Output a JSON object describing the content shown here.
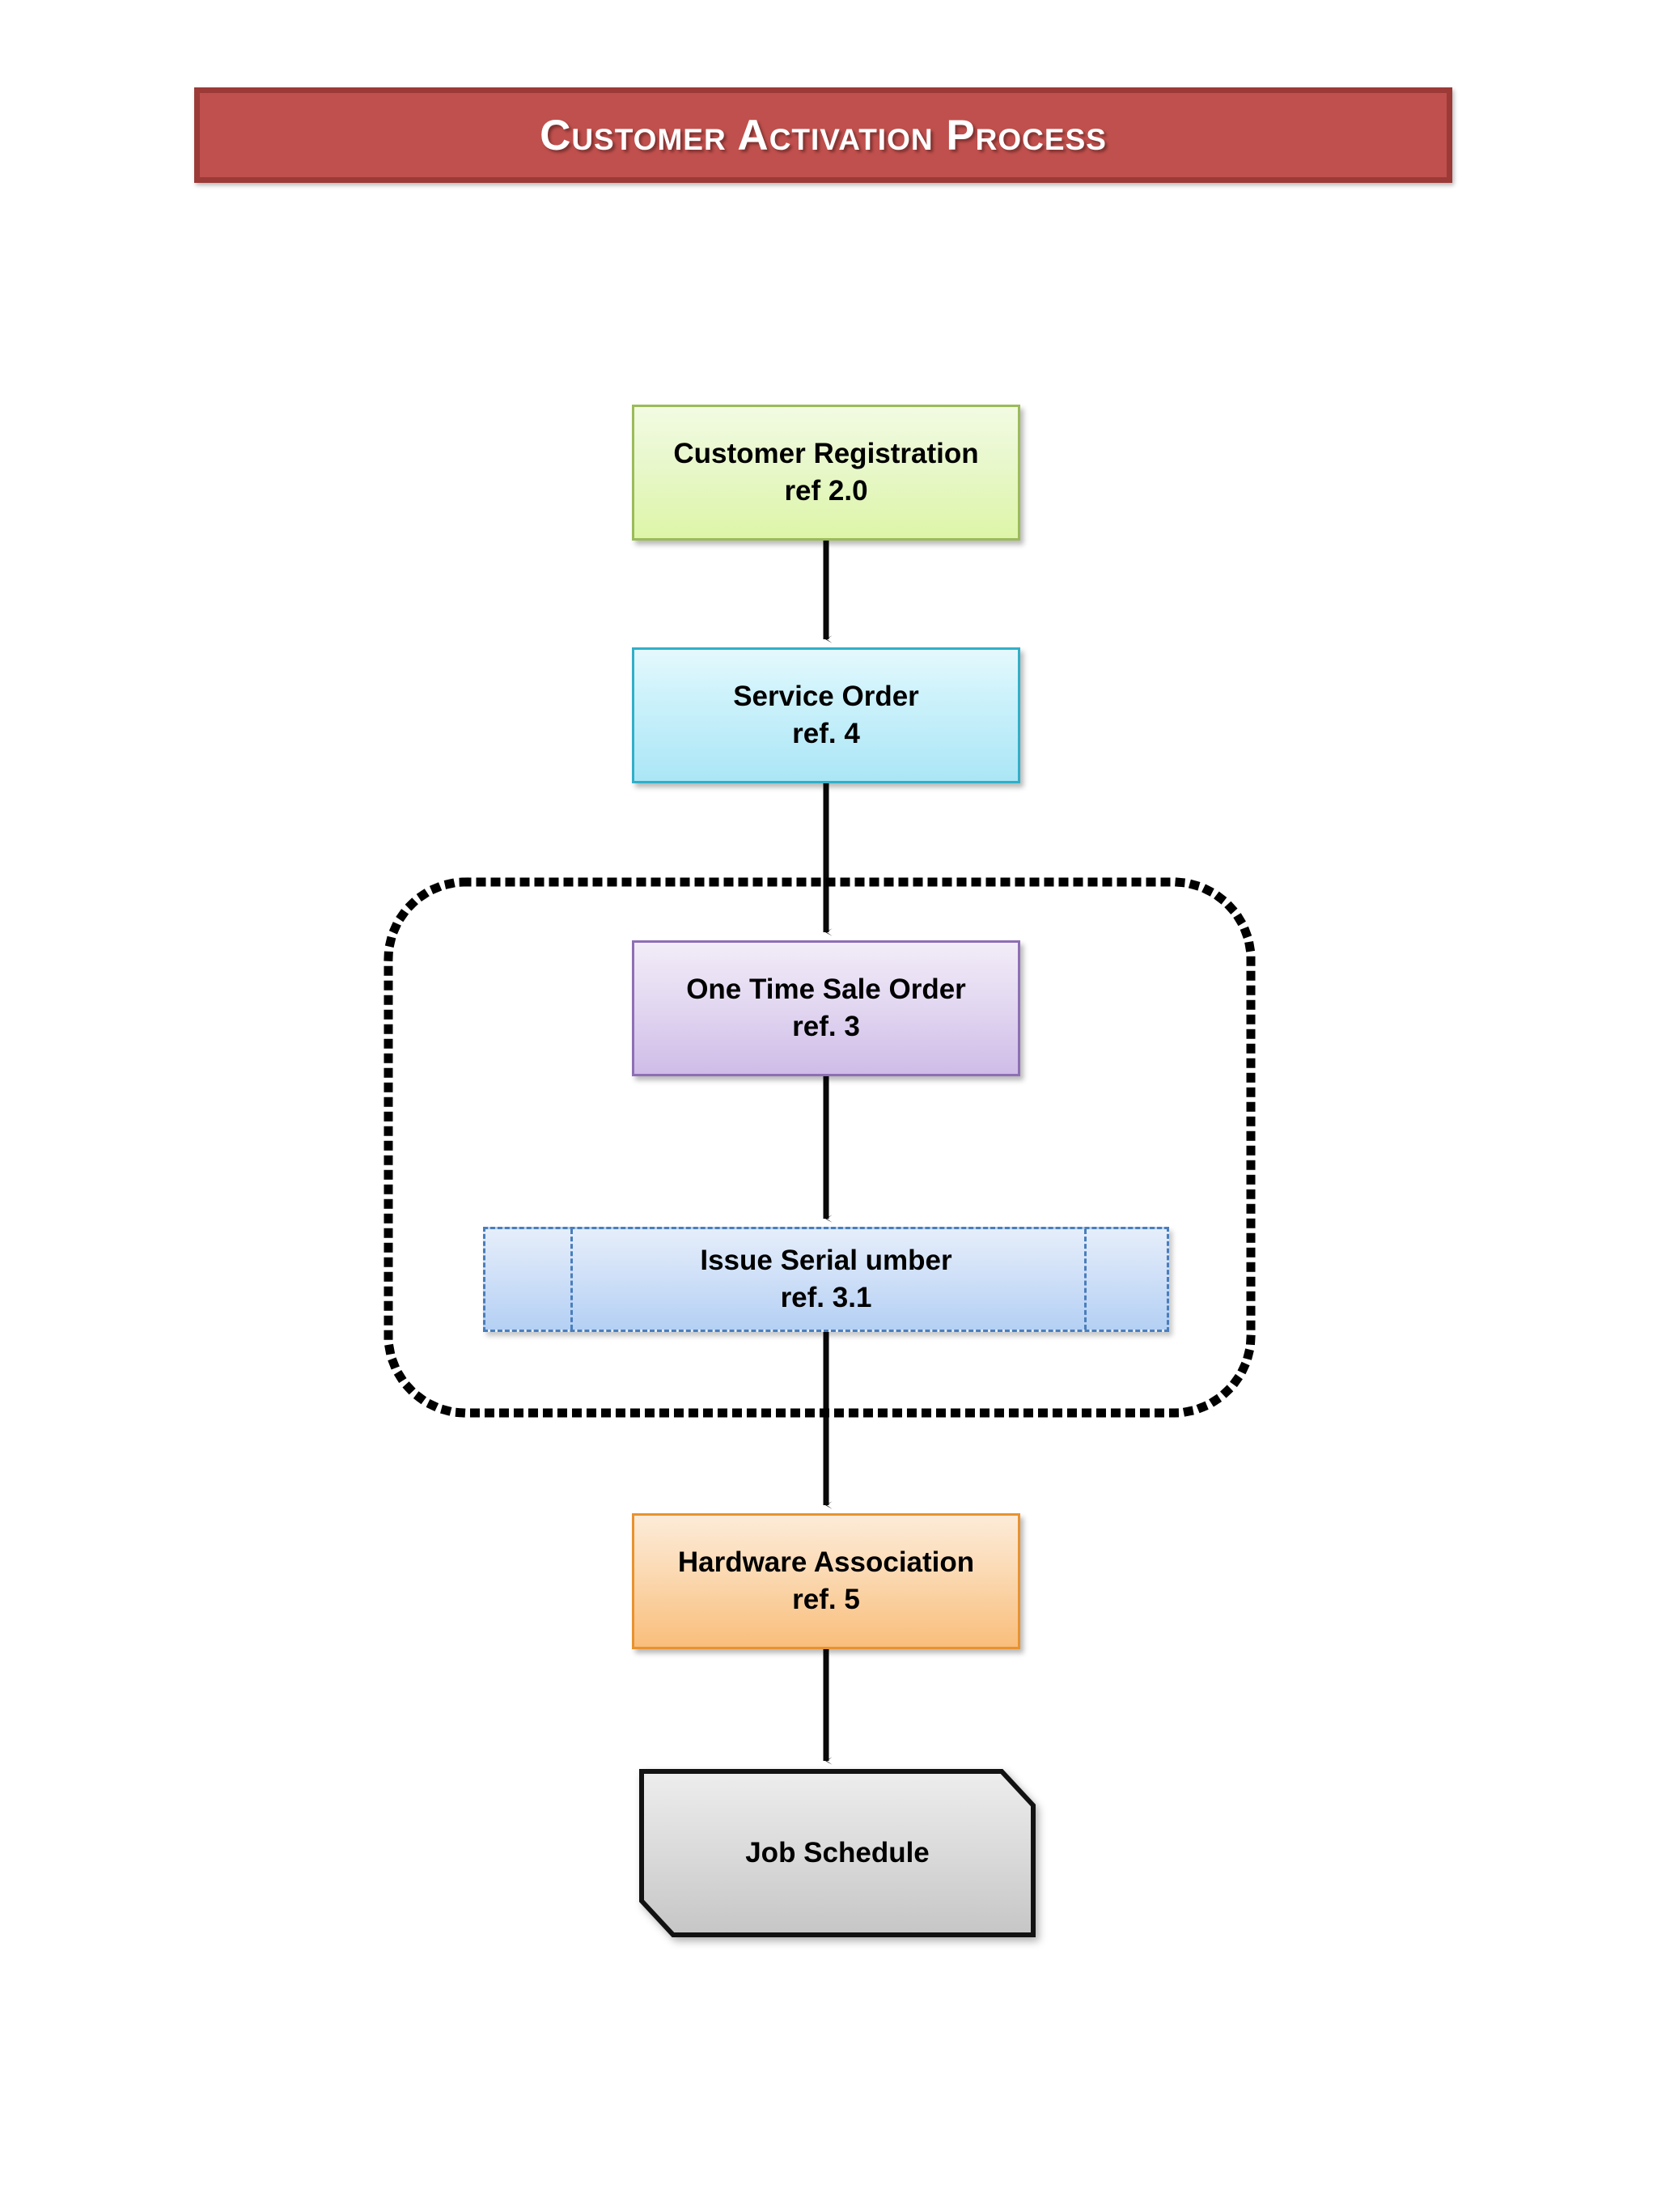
{
  "document": {
    "title": "Customer Activation Process",
    "background_color": "#FFFFFF"
  },
  "banner": {
    "label": "Customer Activation Process",
    "fill_color": "#C0504D",
    "border_color": "#9C3A37",
    "text_color": "#FFFFFF"
  },
  "diagram": {
    "type": "flowchart",
    "orientation": "top-to-bottom",
    "group": {
      "name": "one-time-sale-group",
      "style": "dotted rounded rectangle",
      "color": "#000000",
      "contains": [
        "One Time Sale Order ref. 3",
        "Issue Serial umber ref. 3.1"
      ]
    },
    "nodes": [
      {
        "id": "customer-registration",
        "line1": "Customer Registration",
        "line2": "ref 2.0",
        "shape": "rectangle",
        "fill_color": "#DDF5A8",
        "border_color": "#9BBB59"
      },
      {
        "id": "service-order",
        "line1": "Service Order",
        "line2": "ref. 4",
        "shape": "rectangle",
        "fill_color": "#ABE6F6",
        "border_color": "#31AFC8"
      },
      {
        "id": "one-time-sale-order",
        "line1": "One Time Sale Order",
        "line2": "ref. 3",
        "shape": "rectangle",
        "fill_color": "#CFBCE8",
        "border_color": "#8E6FB5"
      },
      {
        "id": "issue-serial-number",
        "line1": "Issue Serial umber",
        "line2": "ref. 3.1",
        "shape": "predefined-process",
        "fill_color": "#B4D0F4",
        "border_color": "#4A7EBB"
      },
      {
        "id": "hardware-association",
        "line1": "Hardware Association",
        "line2": "ref. 5",
        "shape": "rectangle",
        "fill_color": "#F9BE7C",
        "border_color": "#E8922F"
      },
      {
        "id": "job-schedule",
        "line1": "Job Schedule",
        "line2": "",
        "shape": "cut-corner-hexagon",
        "fill_color": "#D4D4D4",
        "border_color": "#000000"
      }
    ],
    "edges": [
      {
        "from": "customer-registration",
        "to": "service-order",
        "style": "arrow"
      },
      {
        "from": "service-order",
        "to": "one-time-sale-order",
        "style": "arrow"
      },
      {
        "from": "one-time-sale-order",
        "to": "issue-serial-number",
        "style": "arrow"
      },
      {
        "from": "issue-serial-number",
        "to": "hardware-association",
        "style": "arrow"
      },
      {
        "from": "hardware-association",
        "to": "job-schedule",
        "style": "arrow"
      }
    ]
  }
}
